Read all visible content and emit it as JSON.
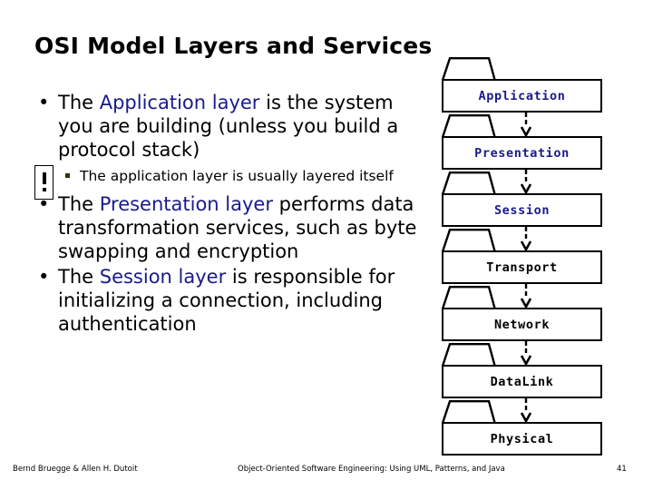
{
  "slide": {
    "title": "OSI Model Layers and Services"
  },
  "body": {
    "bullets": [
      {
        "level": 1,
        "marker": "•",
        "segments": [
          {
            "text": "The ",
            "accent": false
          },
          {
            "text": "Application layer",
            "accent": true
          },
          {
            "text": " is the system you are building (unless you build a protocol stack)",
            "accent": false
          }
        ]
      },
      {
        "level": 2,
        "icon": "exclamation-callout-icon",
        "marker": "•",
        "segments": [
          {
            "text": "The application layer is usually layered itself",
            "accent": false
          }
        ]
      },
      {
        "level": 1,
        "marker": "•",
        "segments": [
          {
            "text": "The ",
            "accent": false
          },
          {
            "text": "Presentation layer",
            "accent": true
          },
          {
            "text": " performs data transformation services, such as byte swapping and encryption",
            "accent": false
          }
        ]
      },
      {
        "level": 1,
        "marker": "•",
        "segments": [
          {
            "text": "The ",
            "accent": false
          },
          {
            "text": "Session layer",
            "accent": true
          },
          {
            "text": " is responsible for initializing a connection, including authentication",
            "accent": false
          }
        ]
      }
    ]
  },
  "osi_stack": {
    "layers": [
      {
        "label": "Application",
        "color": "#1a1a8c",
        "has_arrow_below": true
      },
      {
        "label": "Presentation",
        "color": "#1a1a8c",
        "has_arrow_below": true
      },
      {
        "label": "Session",
        "color": "#1a1a8c",
        "has_arrow_below": true
      },
      {
        "label": "Transport",
        "color": "#000000",
        "has_arrow_below": true
      },
      {
        "label": "Network",
        "color": "#000000",
        "has_arrow_below": true
      },
      {
        "label": "DataLink",
        "color": "#000000",
        "has_arrow_below": true
      },
      {
        "label": "Physical",
        "color": "#000000",
        "has_arrow_below": false
      }
    ]
  },
  "footer": {
    "author": "Bernd Bruegge & Allen H. Dutoit",
    "book": "Object-Oriented Software Engineering: Using UML, Patterns, and Java",
    "page": "41"
  },
  "colors": {
    "accent_blue": "#1a1a8c",
    "text_black": "#000000",
    "sub_bullet_olive": "#333300",
    "background": "#ffffff"
  }
}
